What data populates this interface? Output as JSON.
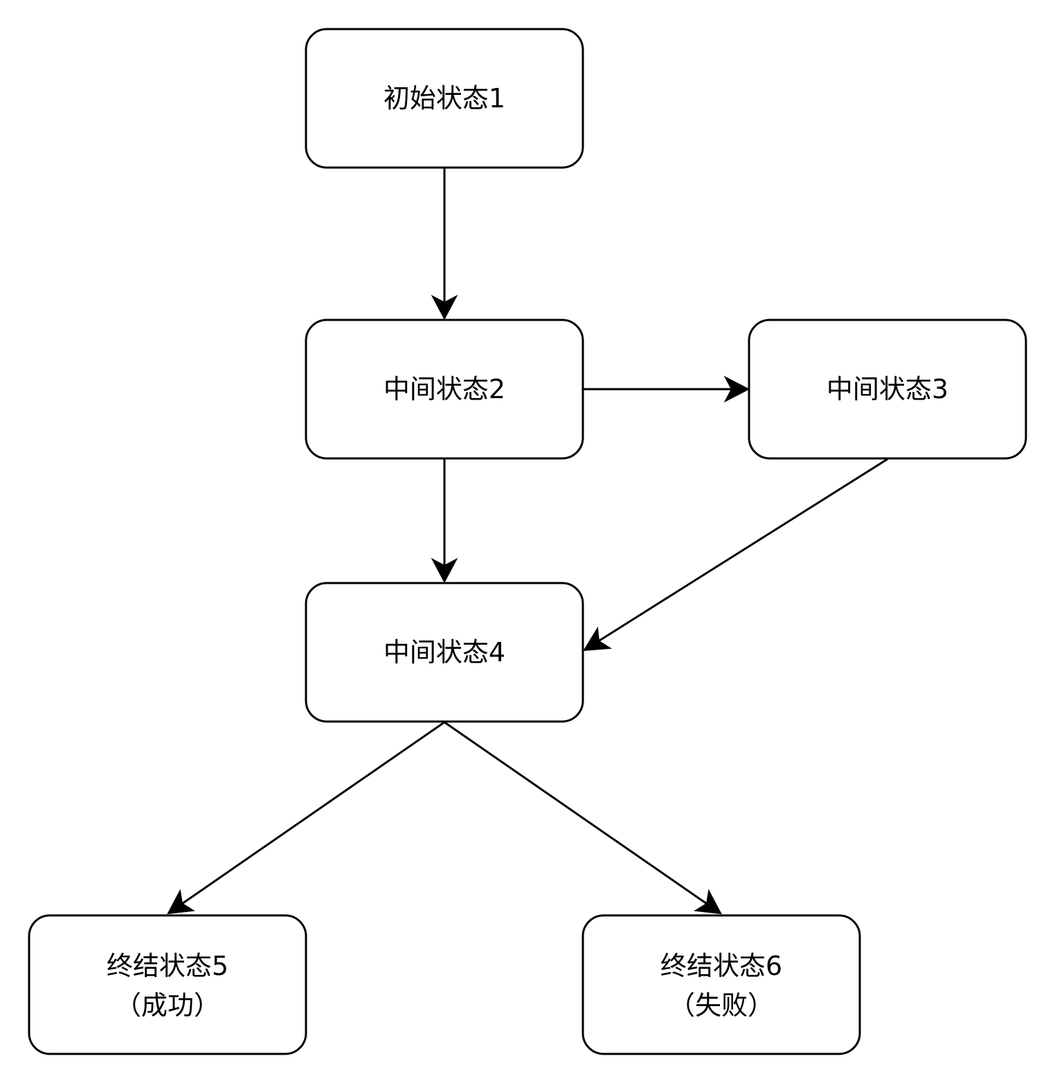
{
  "diagram": {
    "nodes": {
      "state1": {
        "line1": "初始状态1"
      },
      "state2": {
        "line1": "中间状态2"
      },
      "state3": {
        "line1": "中间状态3"
      },
      "state4": {
        "line1": "中间状态4"
      },
      "state5": {
        "line1": "终结状态5",
        "line2": "（成功）"
      },
      "state6": {
        "line1": "终结状态6",
        "line2": "（失败）"
      }
    },
    "edges": [
      {
        "from": "state1",
        "to": "state2"
      },
      {
        "from": "state2",
        "to": "state3"
      },
      {
        "from": "state2",
        "to": "state4"
      },
      {
        "from": "state3",
        "to": "state4"
      },
      {
        "from": "state4",
        "to": "state5"
      },
      {
        "from": "state4",
        "to": "state6"
      }
    ],
    "colors": {
      "stroke": "#000000",
      "fill": "#ffffff",
      "text": "#000000"
    }
  }
}
